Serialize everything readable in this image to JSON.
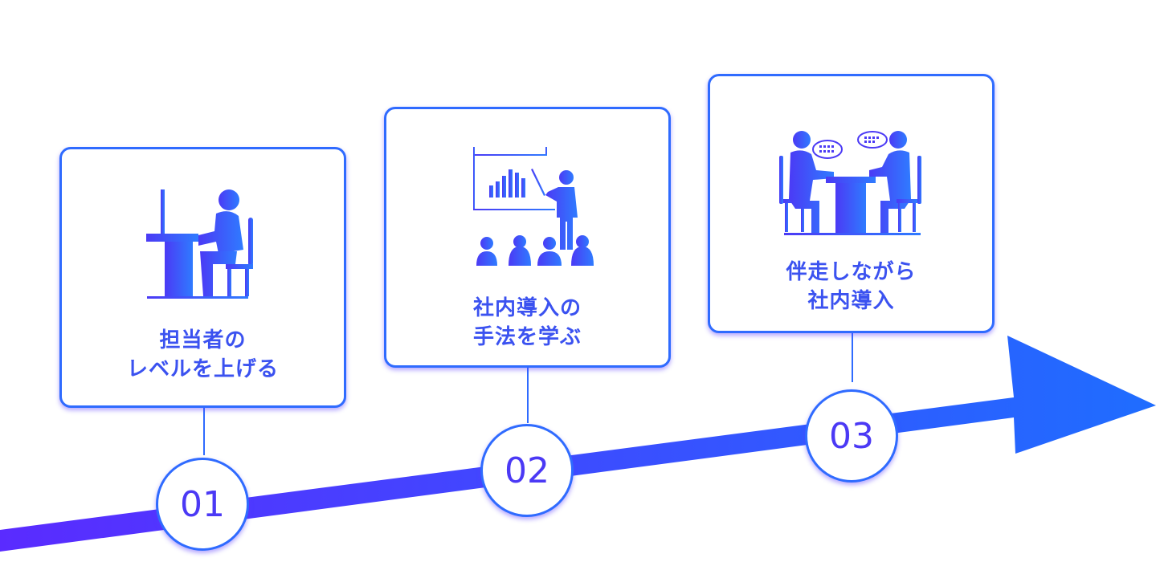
{
  "colors": {
    "accent": "#2f6bff",
    "text": "#3b52f0",
    "gradient_start": "#5a2bff",
    "gradient_end": "#1f6dff"
  },
  "steps": [
    {
      "number": "01",
      "lines": [
        "担当者の",
        "レベルを上げる"
      ],
      "icon": "desk-worker-icon"
    },
    {
      "number": "02",
      "lines": [
        "社内導入の",
        "手法を学ぶ"
      ],
      "icon": "presentation-icon"
    },
    {
      "number": "03",
      "lines": [
        "伴走しながら",
        "社内導入"
      ],
      "icon": "consultation-icon"
    }
  ]
}
